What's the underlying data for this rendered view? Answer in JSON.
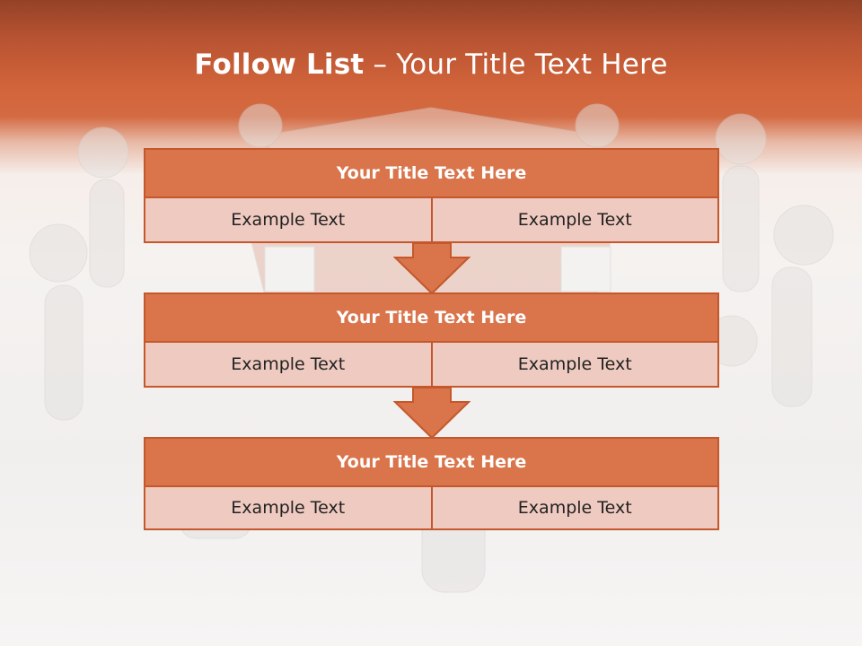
{
  "slide": {
    "title_bold": "Follow List",
    "title_rest": " – Your Title Text Here",
    "colors": {
      "header_band": "#c85a35",
      "box_fill": "#d9744b",
      "box_border": "#c4582c",
      "cell_fill": "#efcac0",
      "title_text": "#ffffff"
    }
  },
  "blocks": [
    {
      "title": "Your Title Text Here",
      "left": "Example Text",
      "right": "Example Text"
    },
    {
      "title": "Your Title Text Here",
      "left": "Example Text",
      "right": "Example Text"
    },
    {
      "title": "Your Title Text Here",
      "left": "Example Text",
      "right": "Example Text"
    }
  ],
  "arrows": [
    {
      "icon": "down-arrow-icon"
    },
    {
      "icon": "down-arrow-icon"
    }
  ],
  "background": {
    "illustration": "people-around-house-illustration"
  }
}
